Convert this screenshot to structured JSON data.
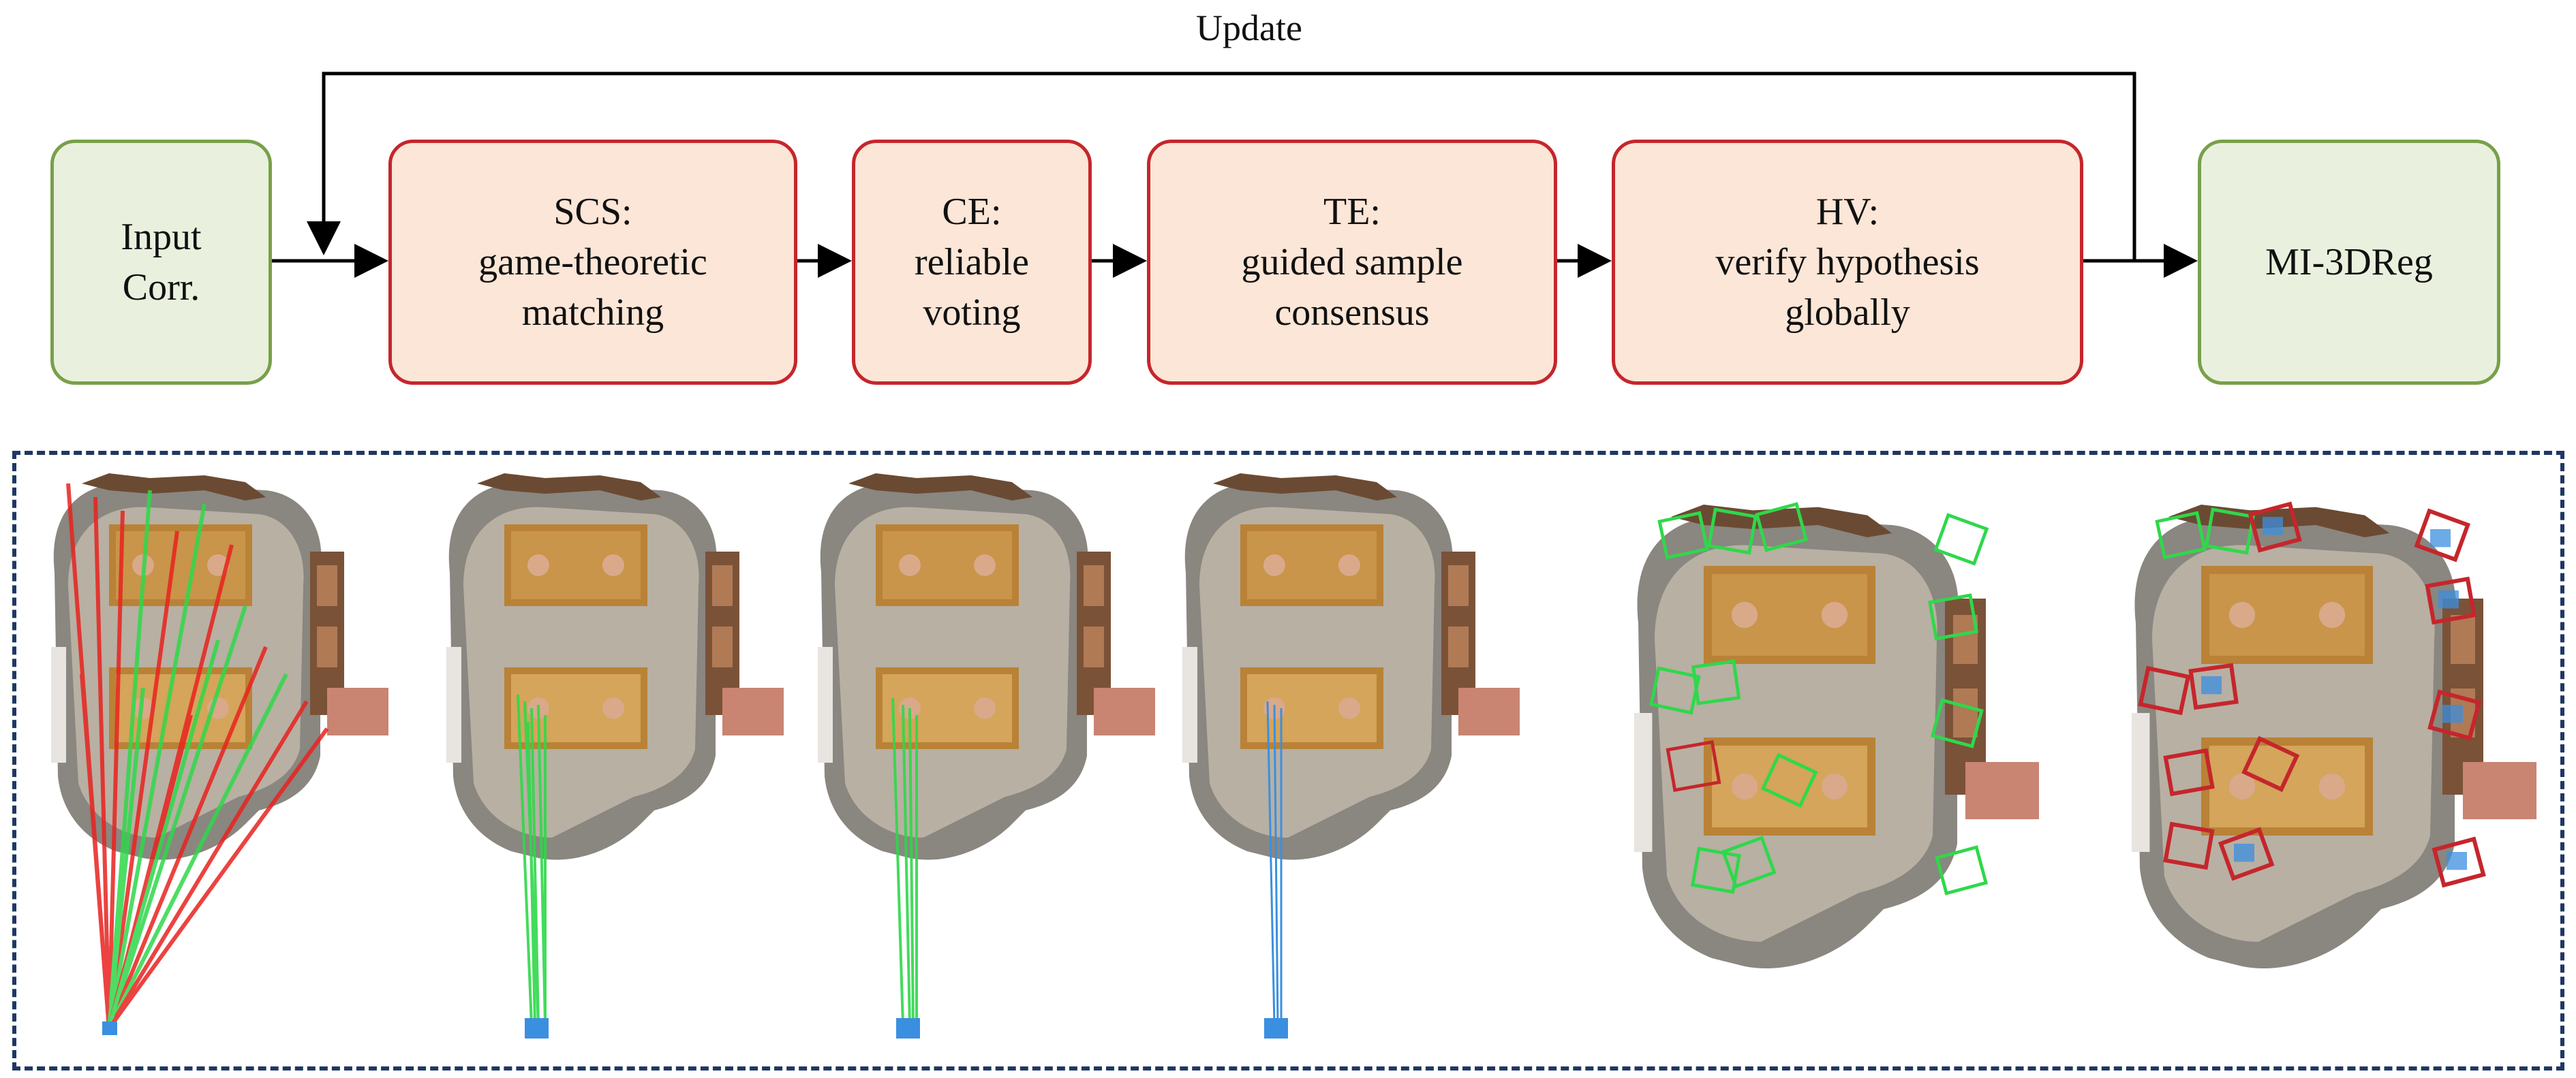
{
  "feedback_label": "Update",
  "input_box": "Input\nCorr.",
  "stages": [
    {
      "text": "SCS:\ngame-theoretic\nmatching"
    },
    {
      "text": "CE:\nreliable\nvoting"
    },
    {
      "text": "TE:\nguided sample\nconsensus"
    },
    {
      "text": "HV:\nverify hypothesis\nglobally"
    }
  ],
  "output_box": "MI-3DReg",
  "colors": {
    "input_fill": "#e9f1de",
    "input_border": "#78a04a",
    "stage_fill": "#fbe6d7",
    "stage_border": "#c5262c",
    "panel_border": "#1f3864",
    "inlier": "#2fd84a",
    "outlier": "#e8231f",
    "selected": "#3b8fe0"
  },
  "illustrations": [
    "point-cloud-with-all-correspondences",
    "point-cloud-after-scs",
    "point-cloud-after-ce",
    "point-cloud-after-te",
    "point-cloud-inlier-hypothesis-boxes",
    "point-cloud-verified-hypothesis-boxes"
  ]
}
